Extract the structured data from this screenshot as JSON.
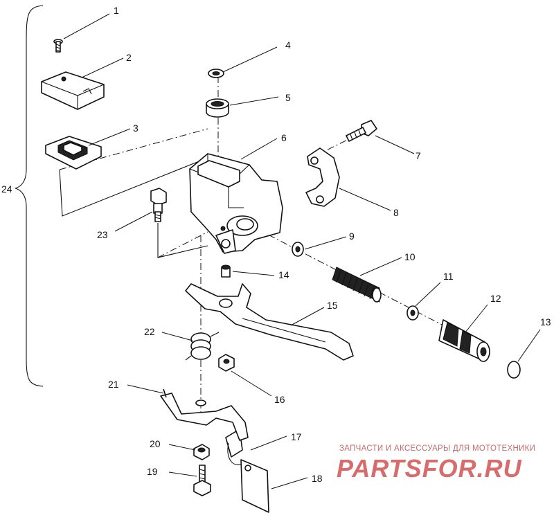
{
  "callouts": [
    "1",
    "2",
    "3",
    "4",
    "5",
    "6",
    "7",
    "8",
    "9",
    "10",
    "11",
    "12",
    "13",
    "14",
    "15",
    "16",
    "17",
    "18",
    "19",
    "20",
    "21",
    "22",
    "23",
    "24"
  ],
  "watermark": {
    "caption": "ЗАПЧАСТИ И АКСЕССУАРЫ ДЛЯ МОТОТЕХНИКИ",
    "logo": "PARTSFOR.RU",
    "color": "#d86c6c"
  }
}
